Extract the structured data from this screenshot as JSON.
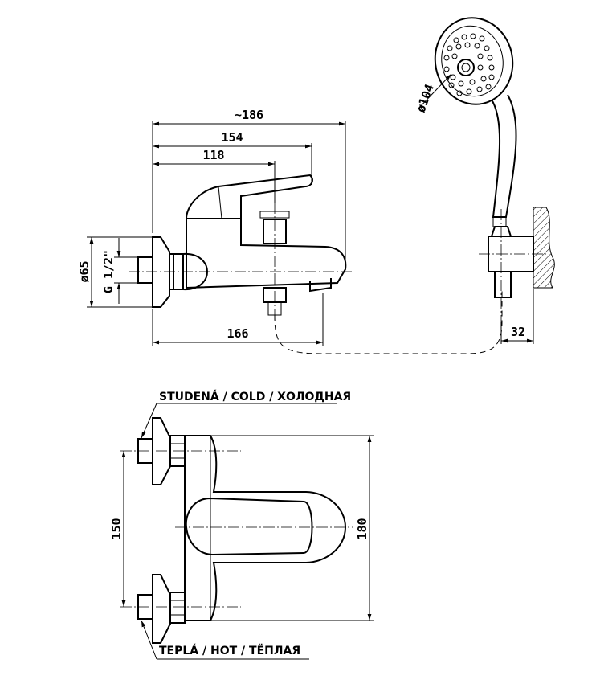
{
  "dimensions": {
    "overall_length": "~186",
    "spout_reach": "154",
    "lever_reach": "118",
    "base_length": "166",
    "inlet_diameter": "ø65",
    "thread": "G 1/2\"",
    "showerhead_diameter": "ø104",
    "holder_offset": "32",
    "inlet_spacing": "150",
    "body_height": "180"
  },
  "labels": {
    "cold": "STUDENÁ / COLD / ХОЛОДНАЯ",
    "hot": "TEPLÁ / HOT / TЁПЛАЯ"
  }
}
